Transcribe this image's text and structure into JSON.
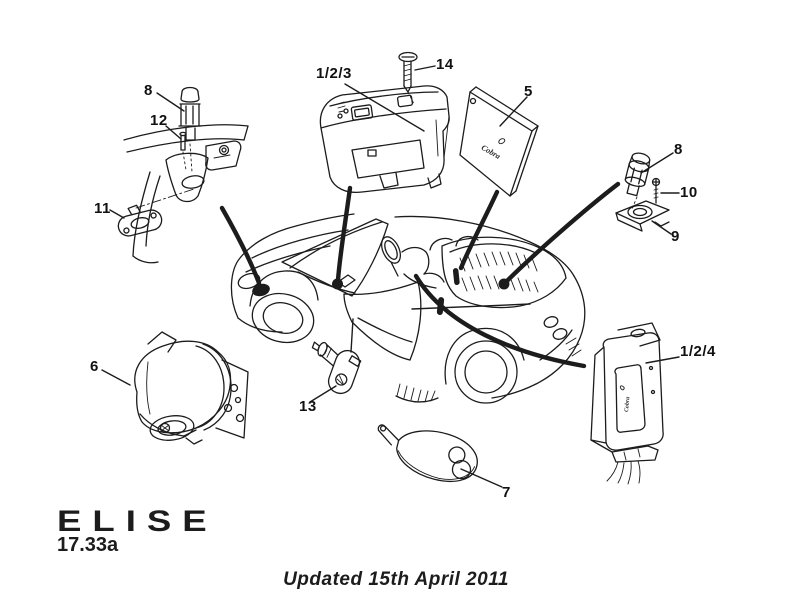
{
  "page": {
    "background": "#ffffff",
    "ink": "#1c1c1c"
  },
  "branding": {
    "logo": "ELISE",
    "section_code": "17.33a"
  },
  "footer": {
    "note": "Updated 15th April 2011"
  },
  "brand_mark": {
    "label": "Cobra"
  },
  "callouts": {
    "ecu_immobiliser": {
      "label": "1/2/3"
    },
    "ecu_alarm": {
      "label": "1/2/4"
    },
    "module": {
      "label": "5"
    },
    "siren": {
      "label": "6"
    },
    "key_fob": {
      "label": "7"
    },
    "sensor_front": {
      "label": "8"
    },
    "sensor_rear": {
      "label": "8"
    },
    "bracket": {
      "label": "9"
    },
    "screw_small": {
      "label": "10"
    },
    "mounting_plate": {
      "label": "11"
    },
    "pin": {
      "label": "12"
    },
    "switch": {
      "label": "13"
    },
    "screw": {
      "label": "14"
    }
  }
}
